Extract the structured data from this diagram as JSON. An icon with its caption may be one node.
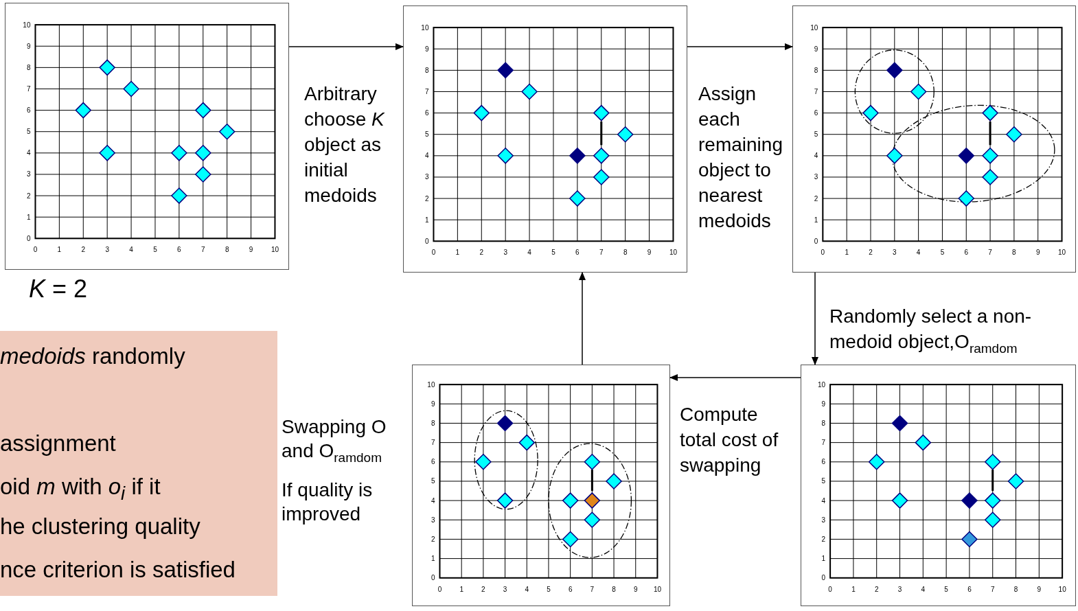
{
  "diagram": {
    "nodes": [
      {
        "text": [],
        "shape": "box",
        "beside": [
          "*K* = 2"
        ]
      },
      {
        "text": [],
        "shape": "box"
      },
      {
        "text": [],
        "shape": "box"
      },
      {
        "text": [
          "*medoids* randomly",
          "assignment",
          "oid *m* with *o*$_{i}$ if it",
          "he clustering quality",
          "nce criterion is satisfied"
        ]
      },
      {
        "text": [],
        "shape": "box"
      },
      {
        "text": [],
        "shape": "box"
      }
    ],
    "edges": [
      {
        "from": 0,
        "to": 1,
        "arrow": "to",
        "label": "Arbitrary choose *K* object as initial medoids"
      },
      {
        "from": 1,
        "to": 2,
        "arrow": "to",
        "label": "Assign each remaining object to nearest medoids"
      },
      {
        "from": 2,
        "to": 5,
        "arrow": "to",
        "label": "Randomly select a non-medoid object,O$_{ramdom}$"
      },
      {
        "from": 5,
        "to": 4,
        "arrow": "to",
        "label": "Compute total cost of swapping"
      },
      {
        "from": 4,
        "to": 1,
        "arrow": "to"
      }
    ],
    "labels": [
      "Swapping O and O$_{ramdom}$",
      "If quality is improved"
    ],
    "chart_data": [
      {
        "type": "scatter",
        "xlim": [
          0,
          10
        ],
        "ylim": [
          0,
          10
        ],
        "xticks": [
          0,
          1,
          2,
          3,
          4,
          5,
          6,
          7,
          8,
          9,
          10
        ],
        "yticks": [
          0,
          1,
          2,
          3,
          4,
          5,
          6,
          7,
          8,
          9,
          10
        ],
        "grid": true,
        "series": [
          {
            "color": "#00ffff",
            "x": [
              3,
              4,
              2,
              3,
              7,
              8,
              6,
              7,
              7,
              6
            ],
            "values": [
              8,
              7,
              6,
              4,
              6,
              5,
              4,
              4,
              3,
              2
            ]
          }
        ]
      },
      {
        "type": "scatter",
        "xlim": [
          0,
          10
        ],
        "ylim": [
          0,
          10
        ],
        "xticks": [
          0,
          1,
          2,
          3,
          4,
          5,
          6,
          7,
          8,
          9,
          10
        ],
        "yticks": [
          0,
          1,
          2,
          3,
          4,
          5,
          6,
          7,
          8,
          9,
          10
        ],
        "grid": true,
        "series": [
          {
            "color": "#00ffff",
            "x": [
              4,
              2,
              3,
              7,
              8,
              7,
              7,
              6
            ],
            "values": [
              7,
              6,
              4,
              6,
              5,
              4,
              3,
              2
            ]
          },
          {
            "color": "#000080",
            "x": [
              3,
              6
            ],
            "values": [
              8,
              4
            ]
          }
        ]
      },
      {
        "type": "scatter",
        "xlim": [
          0,
          10
        ],
        "ylim": [
          0,
          10
        ],
        "xticks": [
          0,
          1,
          2,
          3,
          4,
          5,
          6,
          7,
          8,
          9,
          10
        ],
        "yticks": [
          0,
          1,
          2,
          3,
          4,
          5,
          6,
          7,
          8,
          9,
          10
        ],
        "grid": true,
        "series": [
          {
            "color": "#00ffff",
            "x": [
              4,
              2,
              3,
              7,
              8,
              7,
              7,
              6
            ],
            "values": [
              7,
              6,
              4,
              6,
              5,
              4,
              3,
              2
            ]
          },
          {
            "color": "#000080",
            "x": [
              3,
              6
            ],
            "values": [
              8,
              4
            ]
          }
        ]
      },
      {
        "type": "scatter",
        "xlim": [
          0,
          10
        ],
        "ylim": [
          0,
          10
        ],
        "xticks": [
          0,
          1,
          2,
          3,
          4,
          5,
          6,
          7,
          8,
          9,
          10
        ],
        "yticks": [
          0,
          1,
          2,
          3,
          4,
          5,
          6,
          7,
          8,
          9,
          10
        ],
        "grid": true,
        "series": [
          {
            "color": "#00ffff",
            "x": [
              4,
              2,
              3,
              7,
              8,
              6,
              7,
              6
            ],
            "values": [
              7,
              6,
              4,
              6,
              5,
              4,
              3,
              2
            ]
          },
          {
            "color": "#000080",
            "x": [
              3
            ],
            "values": [
              8
            ]
          },
          {
            "color": "#e0861a",
            "x": [
              7
            ],
            "values": [
              4
            ]
          }
        ]
      },
      {
        "type": "scatter",
        "xlim": [
          0,
          10
        ],
        "ylim": [
          0,
          10
        ],
        "xticks": [
          0,
          1,
          2,
          3,
          4,
          5,
          6,
          7,
          8,
          9,
          10
        ],
        "yticks": [
          0,
          1,
          2,
          3,
          4,
          5,
          6,
          7,
          8,
          9,
          10
        ],
        "grid": true,
        "series": [
          {
            "color": "#00ffff",
            "x": [
              4,
              2,
              3,
              7,
              8,
              7,
              7
            ],
            "values": [
              7,
              6,
              4,
              6,
              5,
              4,
              3
            ]
          },
          {
            "color": "#000080",
            "x": [
              3,
              6
            ],
            "values": [
              8,
              4
            ]
          },
          {
            "color": "#3399dd",
            "x": [
              6
            ],
            "values": [
              2
            ]
          }
        ]
      }
    ]
  }
}
